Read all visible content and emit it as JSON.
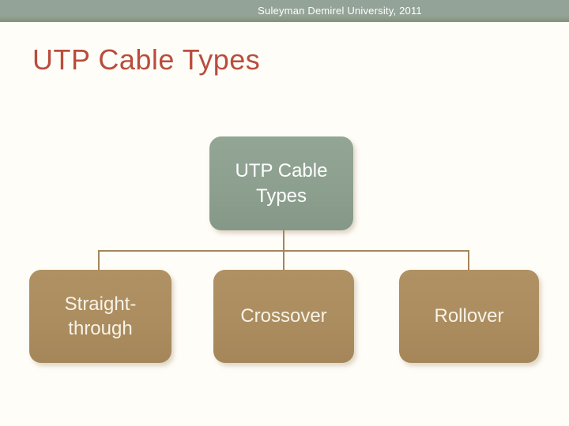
{
  "slide": {
    "header": {
      "text": "Suleyman Demirel University, 2011"
    },
    "title": "UTP Cable Types",
    "diagram": {
      "type": "hierarchy",
      "root": {
        "label": "UTP Cable Types"
      },
      "children": [
        {
          "label": "Straight-through"
        },
        {
          "label": "Crossover"
        },
        {
          "label": "Rollover"
        }
      ]
    },
    "colors": {
      "background": "#fffdf8",
      "header_bar": "#94a397",
      "header_bar_edge": "#85957f",
      "title_text": "#b94d3d",
      "root_box": "#8da08f",
      "child_box": "#ac8d5f",
      "connector": "#a4875a",
      "box_text": "#f7f3e8"
    }
  }
}
